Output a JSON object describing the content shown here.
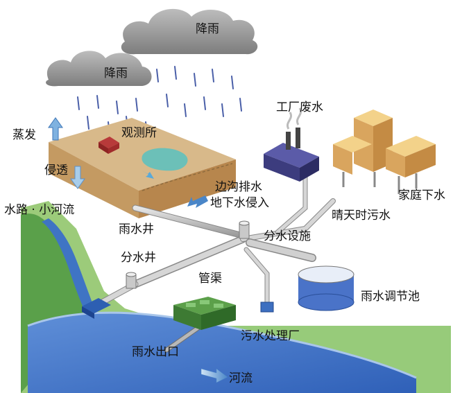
{
  "labels": {
    "rain_left": "降雨",
    "rain_right": "降雨",
    "evaporation": "蒸发",
    "observatory": "观测所",
    "infiltration": "侵透",
    "waterway_stream": "水路 · 小河流",
    "side_ditch": "边沟排水",
    "groundwater_intrusion": "地下水侵入",
    "factory_wastewater": "工厂废水",
    "domestic_wastewater": "家庭下水",
    "dry_weather_sewage": "晴天时污水",
    "diversion_facility": "分水设施",
    "rain_well": "雨水井",
    "diversion_well": "分水井",
    "conduit": "管渠",
    "rainwater_storage": "雨水调节池",
    "sewage_plant": "污水处理厂",
    "rain_outlet": "雨水出口",
    "river_flow": "河流"
  }
}
